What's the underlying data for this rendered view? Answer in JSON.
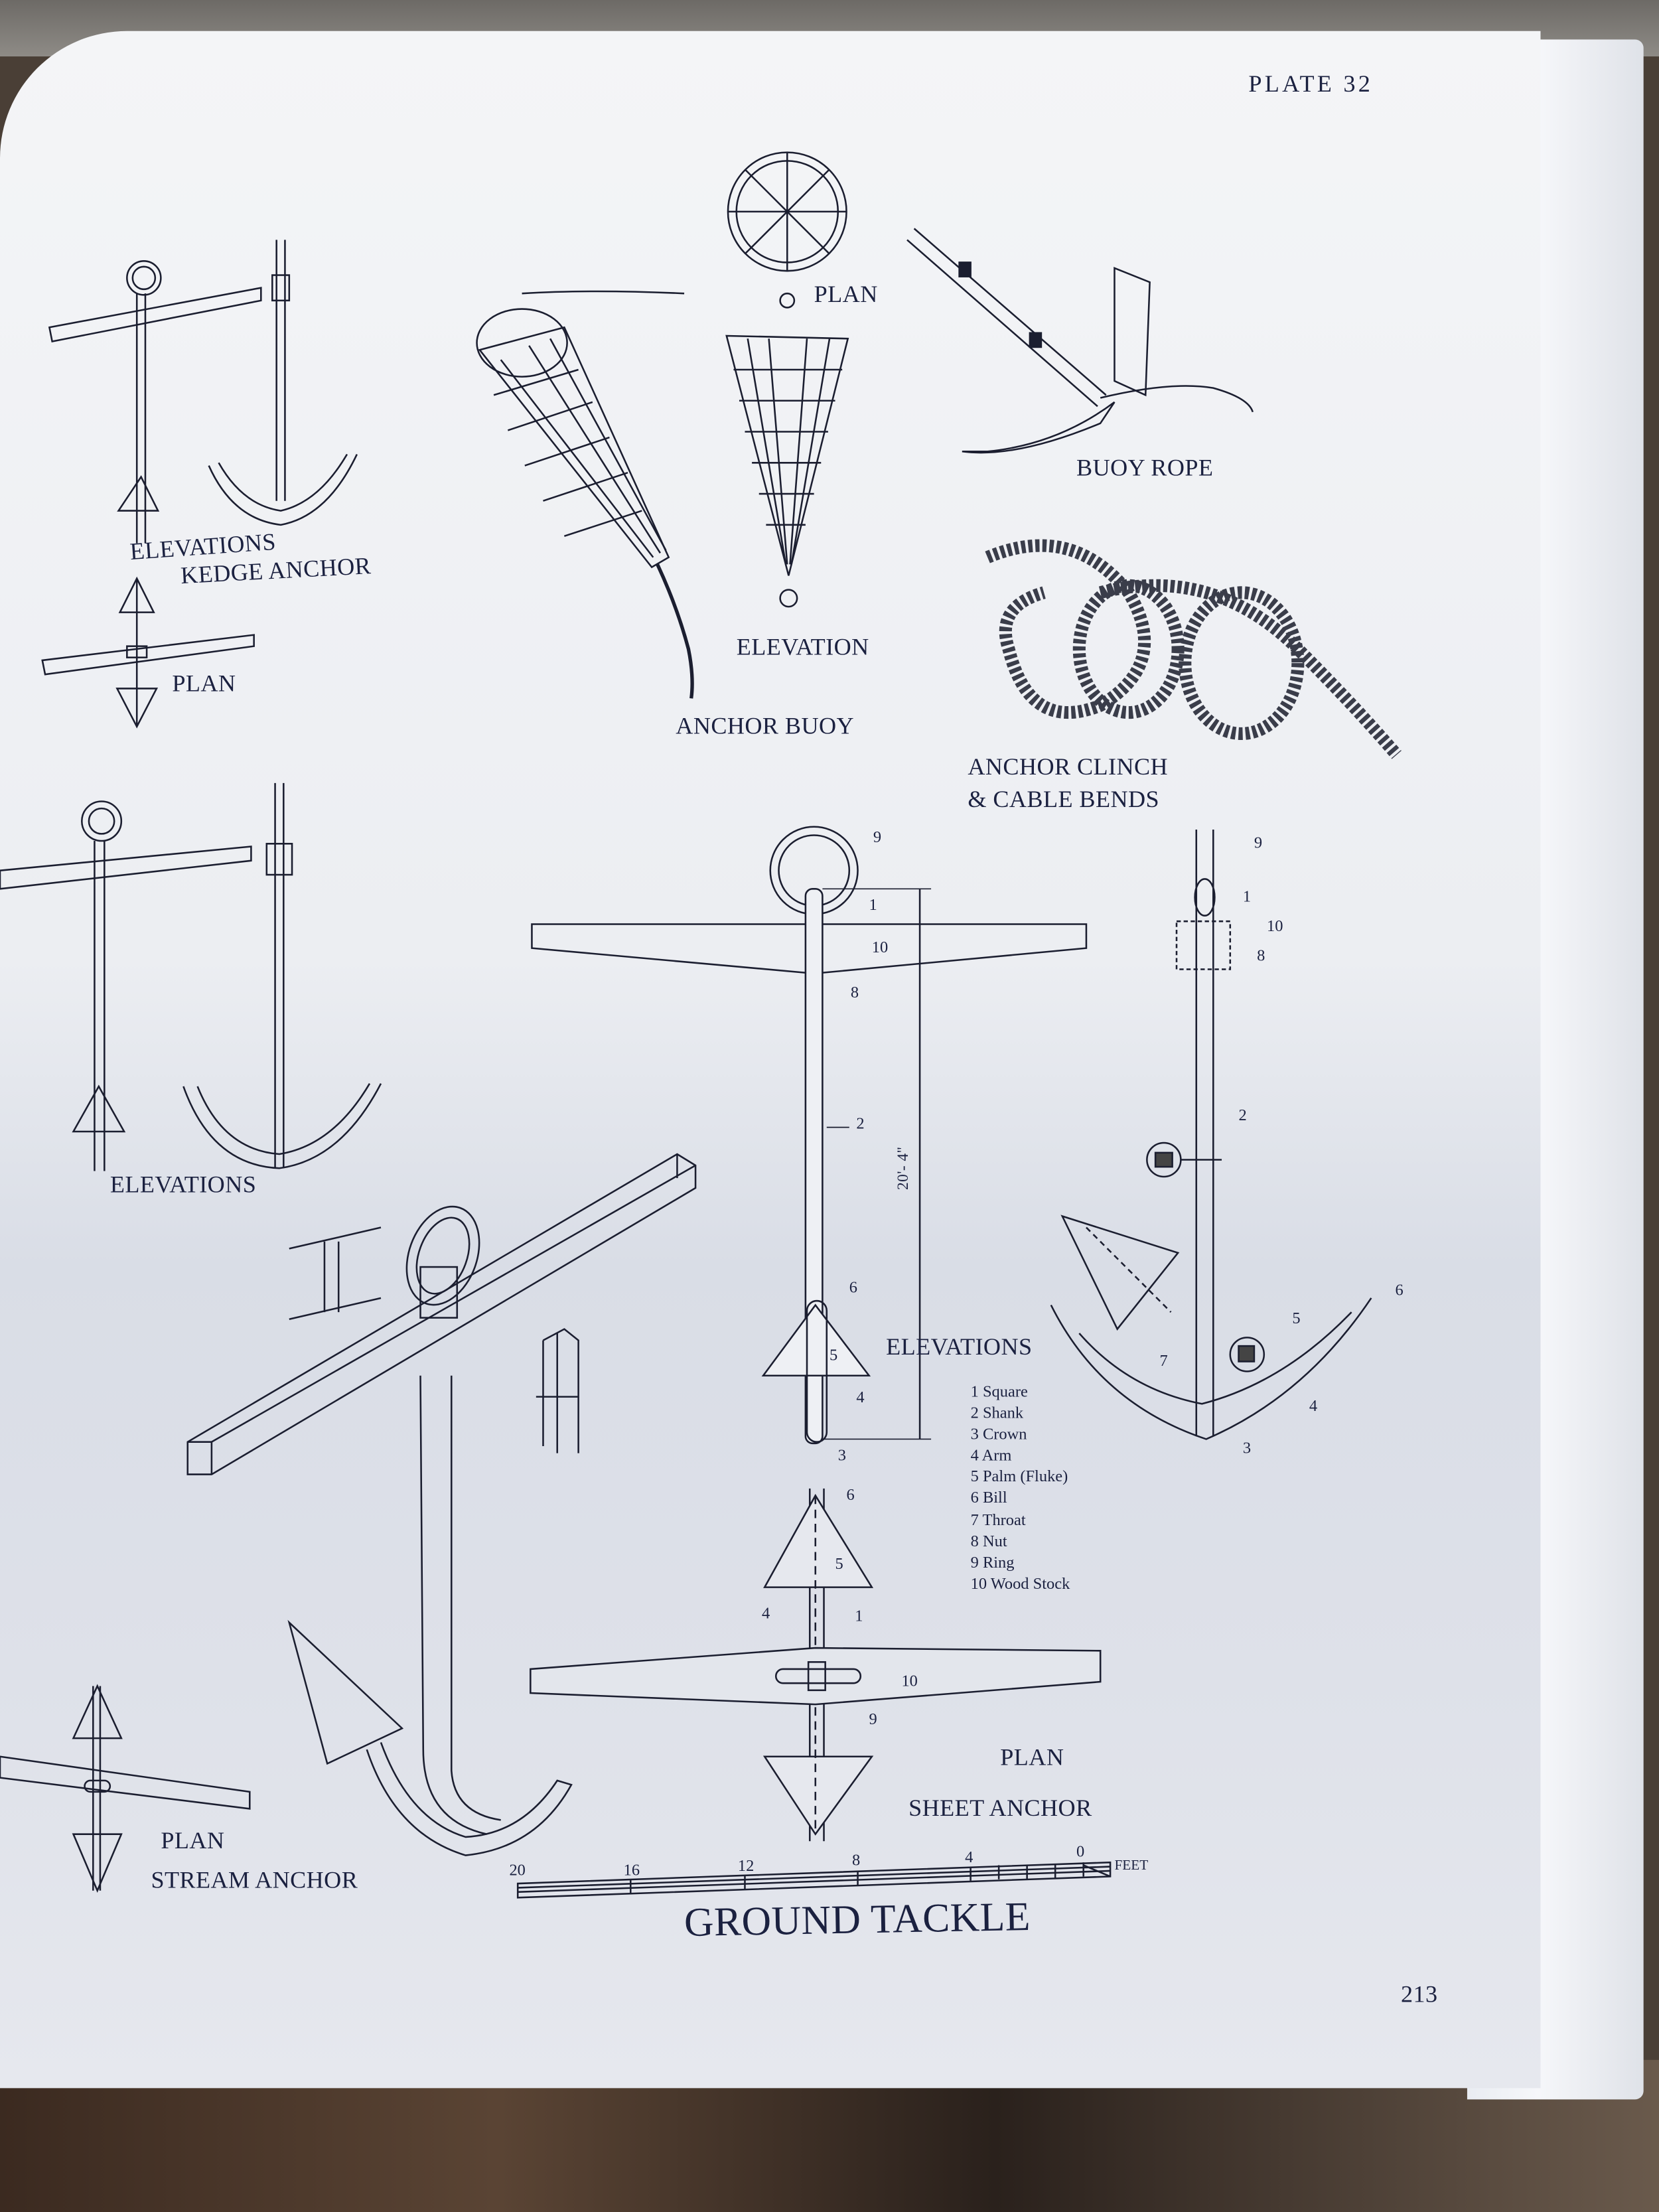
{
  "header": {
    "plate": "PLATE 32"
  },
  "footer": {
    "page_number": "213"
  },
  "title": "GROUND TACKLE",
  "labels": {
    "kedge_elevations": "ELEVATIONS",
    "kedge_anchor": "KEDGE ANCHOR",
    "kedge_plan": "PLAN",
    "buoy_plan": "PLAN",
    "buoy_elevation": "ELEVATION",
    "anchor_buoy": "ANCHOR BUOY",
    "buoy_rope": "BUOY ROPE",
    "clinch_line1": "ANCHOR CLINCH",
    "clinch_line2": "& CABLE BENDS",
    "mid_elevations": "ELEVATIONS",
    "sheet_elevations": "ELEVATIONS",
    "sheet_plan": "PLAN",
    "sheet_anchor": "SHEET ANCHOR",
    "stream_plan": "PLAN",
    "stream_anchor": "STREAM ANCHOR",
    "dimension": "20'- 4\""
  },
  "legend": [
    "1 Square",
    "2 Shank",
    "3 Crown",
    "4 Arm",
    "5 Palm (Fluke)",
    "6 Bill",
    "7 Throat",
    "8 Nut",
    "9 Ring",
    "10 Wood Stock"
  ],
  "callouts": {
    "front": [
      "9",
      "1",
      "10",
      "8",
      "2",
      "6",
      "5",
      "4",
      "3"
    ],
    "side": [
      "9",
      "1",
      "10",
      "8",
      "2",
      "6",
      "5",
      "7",
      "4",
      "3"
    ],
    "plan": [
      "6",
      "5",
      "4",
      "1",
      "10",
      "9"
    ]
  },
  "scale": {
    "ticks": [
      "20",
      "16",
      "12",
      "8",
      "4",
      "0"
    ],
    "unit": "FEET"
  }
}
